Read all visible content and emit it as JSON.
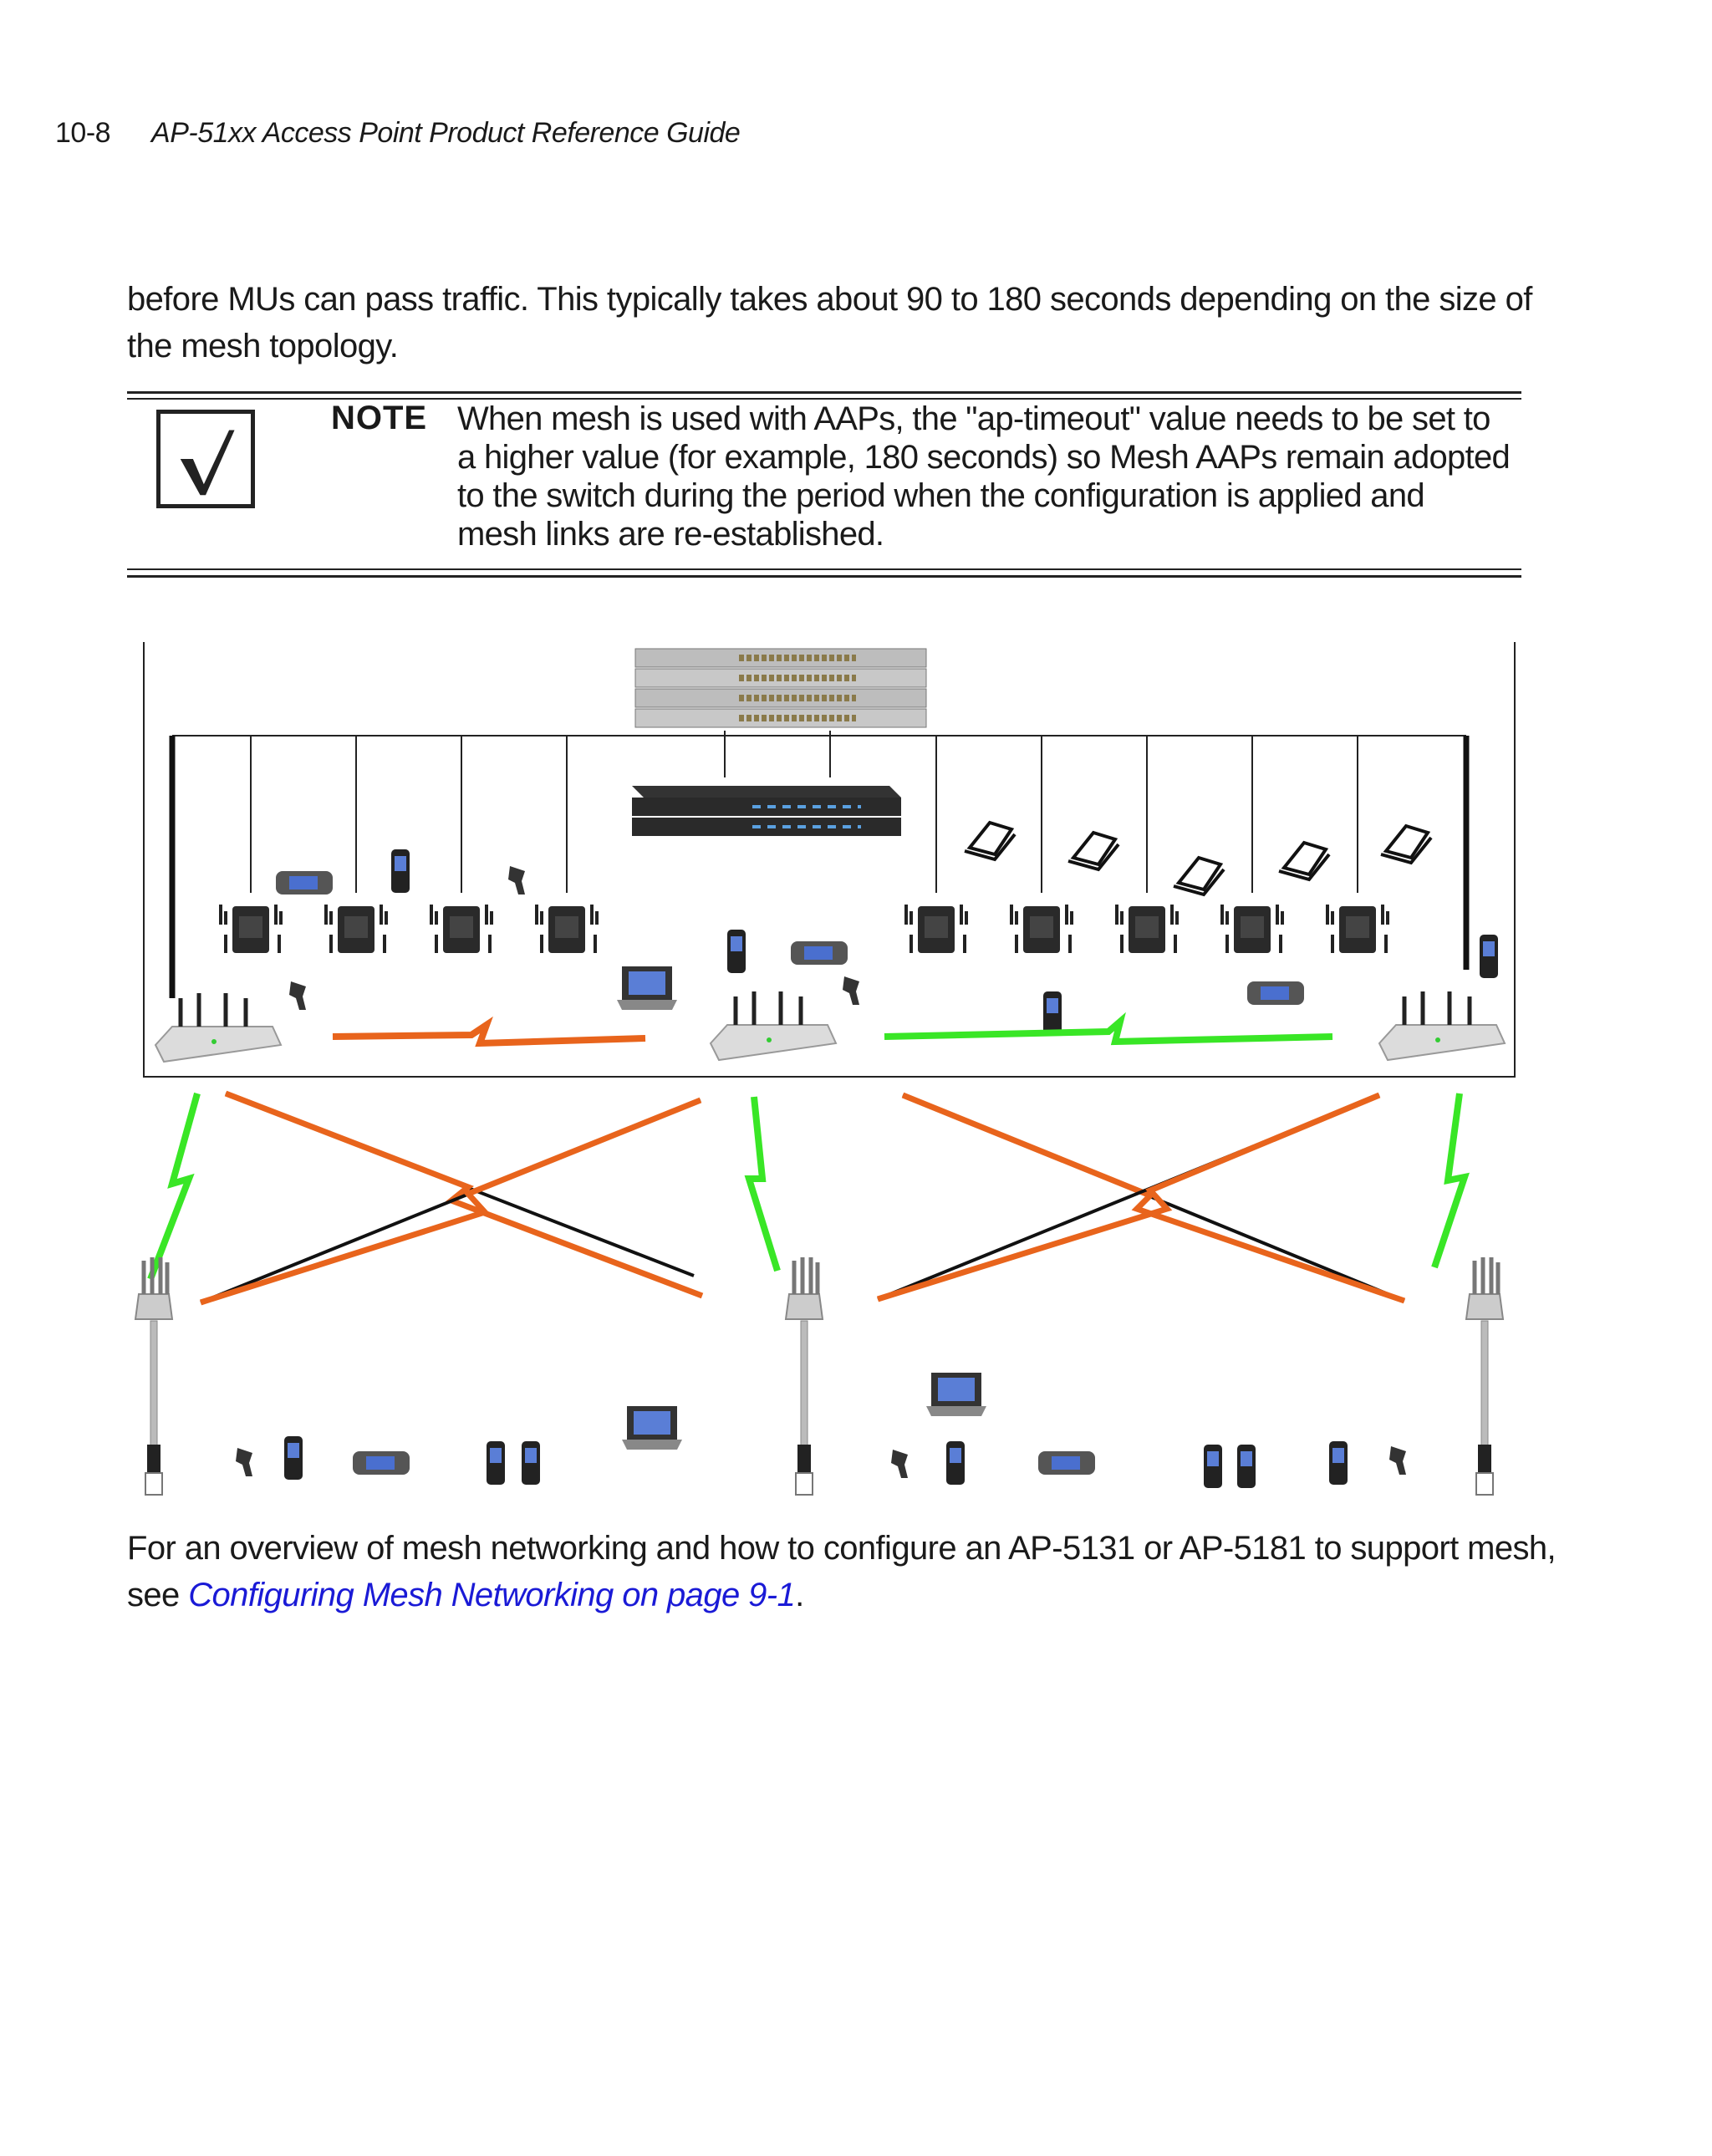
{
  "header": {
    "page_number": "10-8",
    "guide_title": "AP-51xx Access Point Product Reference Guide"
  },
  "intro_text": "before MUs can pass traffic. This typically takes about 90 to 180 seconds depending on the size of the mesh topology.",
  "note": {
    "label": "NOTE",
    "icon": "checkmark-icon",
    "text": "When mesh is used with AAPs, the \"ap-timeout\" value needs to be set to a higher value (for example, 180 seconds) so Mesh AAPs remain adopted to the switch during the period when the configuration is applied and mesh links are re-established."
  },
  "figure": {
    "icons": [
      "network-switch-icon",
      "controller-icon",
      "access-point-icon",
      "outdoor-ap-icon",
      "laptop-icon",
      "mobile-computer-icon",
      "scanner-icon",
      "wireless-link-icon"
    ],
    "colors": {
      "indoor_link": "#e8641c",
      "mesh_link": "#39e626",
      "line": "#1a1a1a"
    }
  },
  "outro": {
    "text_before": "For an overview of mesh networking and how to configure an AP-5131 or AP-5181 to support mesh, see ",
    "link_text": "Configuring Mesh Networking on page 9-1",
    "text_after": "."
  }
}
